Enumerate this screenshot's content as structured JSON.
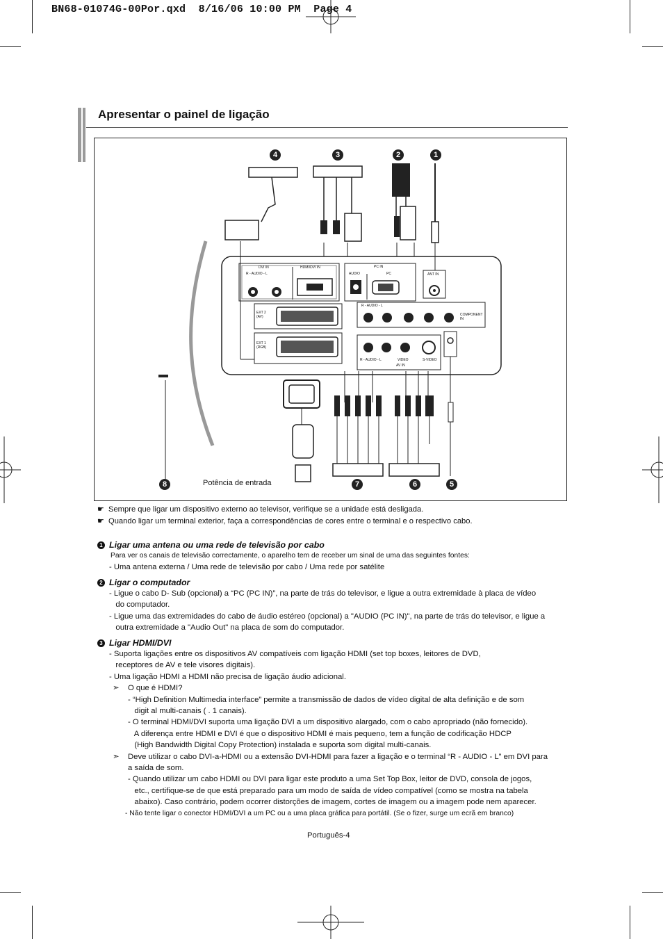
{
  "header": {
    "file_info": "BN68-01074G-00Por.qxd  8/16/06 10:00 PM  Page 4"
  },
  "title": "Apresentar o painel de ligação",
  "figure": {
    "callouts": [
      "4",
      "3",
      "2",
      "1",
      "8",
      "7",
      "6",
      "5"
    ],
    "panel_labels": {
      "dvi_in": "DVI IN",
      "hdmi_dvi_in": "HDMI/DVI IN",
      "audio_rl": "R - AUDIO - L",
      "pc_in": "PC IN",
      "audio": "AUDIO",
      "pc": "PC",
      "ant_in": "ANT IN",
      "ext2": "EXT 2 (AV)",
      "ext1": "EXT 1 (RGB)",
      "component_in": "COMPONENT IN",
      "video": "VIDEO",
      "s_video": "S-VIDEO",
      "av_in": "AV IN"
    },
    "power_caption": "Potência de entrada"
  },
  "notes": [
    "Sempre que ligar um dispositivo externo ao televisor, verifique se a unidade está desligada.",
    "Quando ligar um terminal exterior, faça a correspondências de cores entre o terminal e o respectivo cabo."
  ],
  "sections": [
    {
      "num": "1",
      "title": "Ligar uma antena ou uma rede de televisão por cabo",
      "lines": [
        "Para ver os canais de televisão correctamente, o aparelho tem de receber um sinal de uma das seguintes fontes:",
        "-  Uma antena externa / Uma rede de televisão por cabo / Uma rede por satélite"
      ]
    },
    {
      "num": "2",
      "title": "Ligar o computador",
      "lines": [
        "-  Ligue o cabo D- Sub (opcional) a “PC (PC IN)”, na parte de trás do televisor, e ligue a outra extremidade à placa de vídeo",
        "   do computador.",
        "-  Ligue uma das extremidades do cabo de áudio estéreo (opcional) a \"AUDIO (PC IN)\", na parte de trás do televisor, e ligue a",
        "   outra extremidade a \"Audio Out\" na placa de som do computador."
      ]
    },
    {
      "num": "3",
      "title": "Ligar HDMI/DVI",
      "lines": [
        "-  Suporta ligações entre os dispositivos AV compatíveis com ligação HDMI (set top boxes, leitores de DVD,",
        "   receptores de AV e tele visores digitais).",
        "-  Uma ligação HDMI a HDMI não precisa de ligação áudio adicional.",
        "O que é HDMI?",
        "-  “High Definition Multimedia interface” permite a transmissão de dados de vídeo digital de alta definição e de som",
        "   digit al multi-canais ( . 1 canais).",
        "-  O terminal HDMI/DVI suporta uma ligação DVI a um dispositivo alargado, com o cabo apropriado (não fornecido).",
        "   A diferença entre HDMI e DVI é que o dispositivo HDMI é mais pequeno, tem a função de codificação HDCP",
        "   (High Bandwidth Digital Copy Protection) instalada e suporta som digital multi-canais.",
        "Deve utilizar o cabo DVI-a-HDMI ou a extensão DVI-HDMI para fazer a ligação e o terminal “R - AUDIO - L” em DVI para",
        "a saída de som.",
        "-  Quando utilizar um cabo HDMI ou DVI para ligar este produto a uma Set Top Box, leitor de DVD, consola de jogos,",
        "   etc., certifique-se de que está preparado para um modo de saída de vídeo compatível (como se mostra na tabela",
        "   abaixo). Caso contrário, podem ocorrer distorções de imagem, cortes de imagem ou a imagem pode nem aparecer.",
        "-  Não tente ligar o conector HDMI/DVI a um PC ou a uma placa gráfica para portátil. (Se o fizer, surge um ecrã em branco)"
      ]
    }
  ],
  "page_number": "Português-4"
}
